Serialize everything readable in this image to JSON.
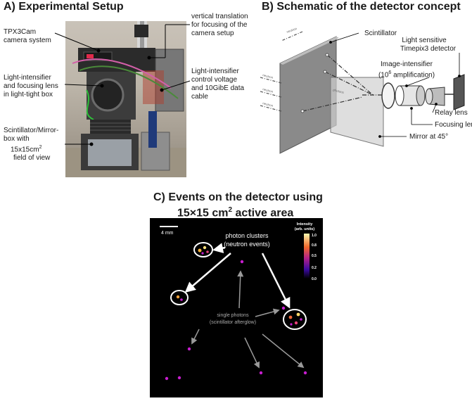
{
  "panel_a": {
    "title": "A)  Experimental Setup",
    "labels": {
      "tpx": [
        "TPX3Cam",
        "camera system"
      ],
      "vertical": [
        "vertical translation",
        "for focusing of the",
        "camera setup"
      ],
      "intensifier": [
        "Light-intensifier",
        "and focusing lens",
        "in light-tight box"
      ],
      "control": [
        "Light-intensifier",
        "control voltage",
        "and 10GibE data",
        "cable"
      ],
      "scint": [
        "Scintillator/Mirror-",
        "box with"
      ],
      "scint_line3_main": "15x15cm",
      "scint_line3_sup": "2",
      "scint_line4": "field of view"
    }
  },
  "panel_b": {
    "title": "B)  Schematic of the detector concept",
    "labels": {
      "scintillator": "Scintillator",
      "timepix": [
        "Light sensitive",
        "Timepix3 detector"
      ],
      "image_intensifier": "Image-intensifier",
      "amp_pre": "(10",
      "amp_sup": "6",
      "amp_post": " amplification)",
      "relay_lens": "Relay lens",
      "focusing_lens": "Focusing lens",
      "mirror": "Mirror at 45°",
      "beam_neutron": "neutron",
      "beam_photons": "photons"
    }
  },
  "panel_c": {
    "title_line1": "C)  Events on the detector using",
    "title_line2_main": "15×15 cm",
    "title_line2_sup": "2",
    "title_line2_post": " active area",
    "scale_bar": "4 mm",
    "colorbar_title": [
      "Intensity",
      "(arb. units)"
    ],
    "colorbar_ticks": [
      "1.0",
      "0.8",
      "0.5",
      "0.2",
      "0.0"
    ],
    "cluster_label": [
      "photon clusters",
      "(neutron events)"
    ],
    "single_label": [
      "single photons",
      "(scintillator afterglow)"
    ],
    "colors": {
      "background": "#000000",
      "cluster_circle": "#ffffff",
      "single_arrow": "#9a9a9a",
      "photon": "#c81ed0"
    }
  }
}
